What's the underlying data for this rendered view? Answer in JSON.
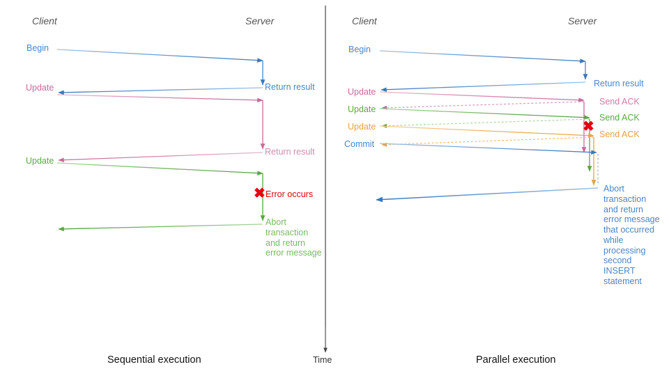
{
  "colors": {
    "blue": "#4a86c8",
    "blue_dark": "#3a78bd",
    "pink": "#c9699e",
    "pink_light": "#d896bb",
    "green": "#5aa845",
    "green_light": "#8cc77a",
    "orange": "#e8a33d",
    "orange_light": "#f0bd6b",
    "red": "#e8000d",
    "gray_label": "#555555",
    "axis": "#444444",
    "divider": "#333333",
    "caption": "#111111"
  },
  "divider": {
    "name": "panel-divider"
  },
  "time_axis": {
    "label": "Time"
  },
  "left_panel": {
    "caption": "Sequential execution",
    "lanes": {
      "client": "Client",
      "server": "Server"
    },
    "messages": [
      {
        "id": "begin",
        "label": "Begin",
        "color": "blue",
        "side": "client"
      },
      {
        "id": "return-result-1",
        "label": "Return result",
        "color": "blue",
        "side": "server"
      },
      {
        "id": "update-1",
        "label": "Update",
        "color": "pink",
        "side": "client"
      },
      {
        "id": "return-result-2",
        "label": "Return result",
        "color": "pink",
        "side": "server"
      },
      {
        "id": "update-2",
        "label": "Update",
        "color": "green",
        "side": "client"
      },
      {
        "id": "error-occurs",
        "label": "Error occurs",
        "color": "red",
        "side": "server"
      },
      {
        "id": "abort-message",
        "label": "Abort transaction and return error message",
        "color": "green",
        "side": "server"
      }
    ],
    "error_glyph": "✖"
  },
  "right_panel": {
    "caption": "Parallel execution",
    "lanes": {
      "client": "Client",
      "server": "Server"
    },
    "messages": [
      {
        "id": "begin",
        "label": "Begin",
        "color": "blue",
        "side": "client"
      },
      {
        "id": "return-result",
        "label": "Return result",
        "color": "blue",
        "side": "server"
      },
      {
        "id": "update-1",
        "label": "Update",
        "color": "pink",
        "side": "client"
      },
      {
        "id": "send-ack-1",
        "label": "Send ACK",
        "color": "pink",
        "side": "server"
      },
      {
        "id": "update-2",
        "label": "Update",
        "color": "green",
        "side": "client"
      },
      {
        "id": "send-ack-2",
        "label": "Send ACK",
        "color": "green",
        "side": "server"
      },
      {
        "id": "update-3",
        "label": "Update",
        "color": "orange",
        "side": "client"
      },
      {
        "id": "send-ack-3",
        "label": "Send ACK",
        "color": "orange",
        "side": "server"
      },
      {
        "id": "commit",
        "label": "Commit",
        "color": "blue",
        "side": "client"
      },
      {
        "id": "abort-message",
        "label": "Abort transaction and return error message that occurred while processing second INSERT statement",
        "color": "blue",
        "side": "server"
      }
    ],
    "error_glyph": "✖"
  }
}
